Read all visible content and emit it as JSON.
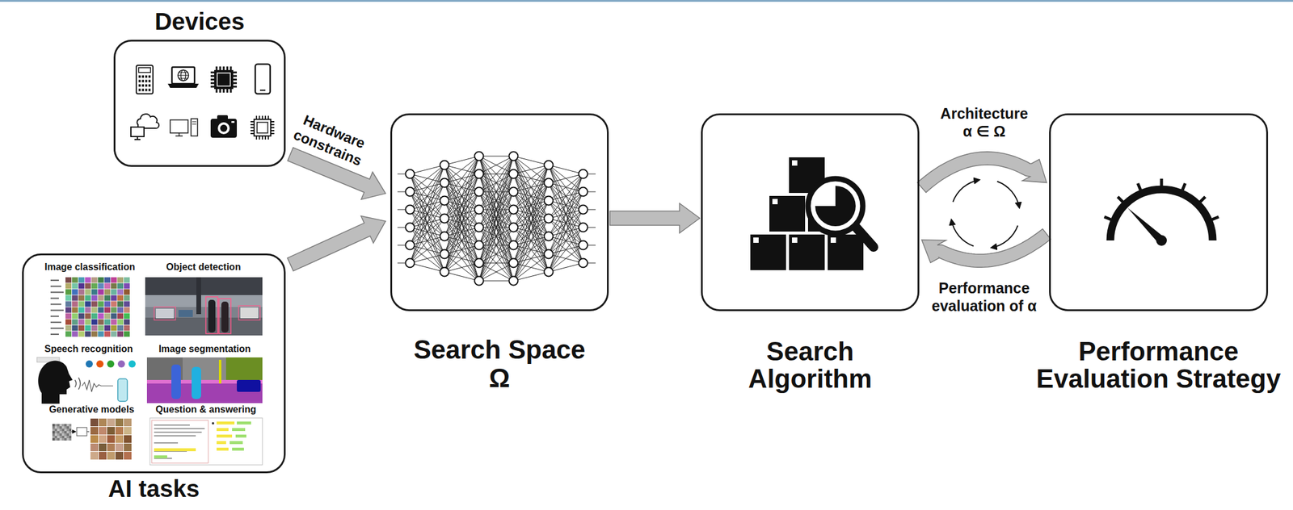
{
  "diagram": {
    "nodes": [
      {
        "text": [
          "Devices"
        ]
      },
      {
        "text": [
          "AI tasks"
        ]
      },
      {
        "text": [
          "Search Space",
          "Ω"
        ]
      },
      {
        "text": [
          "Search Algorithm"
        ]
      },
      {
        "text": [
          "Performance Evaluation Strategy"
        ]
      }
    ],
    "edges": [
      {
        "from": 0,
        "to": 2,
        "label": "Hardware constrains",
        "arrow": "to"
      },
      {
        "from": 1,
        "to": 2,
        "arrow": "to"
      },
      {
        "from": 2,
        "to": 3,
        "arrow": "to"
      },
      {
        "from": 3,
        "to": 4,
        "label": "Architecture α ∈ Ω",
        "arrow": "to"
      },
      {
        "from": 4,
        "to": 3,
        "label": "Performance evaluation of α",
        "arrow": "to"
      }
    ],
    "labels": [
      "Image classification",
      "Object detection",
      "Speech recognition",
      "Image segmentation",
      "Generative models",
      "Question & answering"
    ]
  }
}
